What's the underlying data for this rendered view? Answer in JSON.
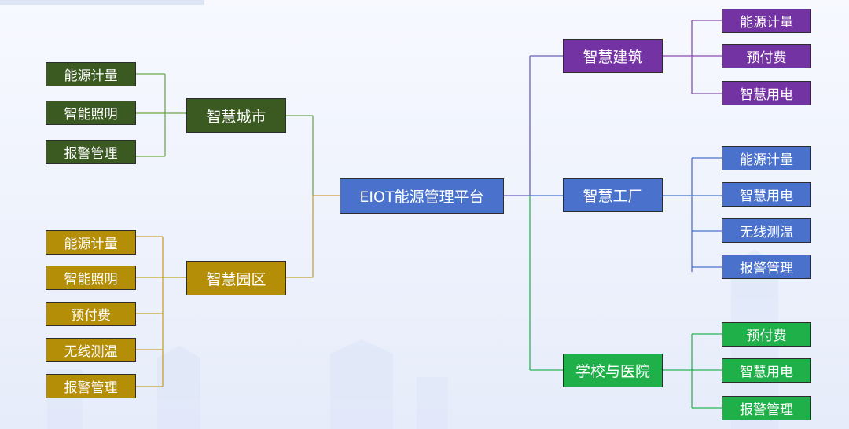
{
  "colors": {
    "city": "#3b5a22",
    "park": "#b58e08",
    "building": "#7433a2",
    "factory": "#4a72cc",
    "school": "#1fb04a",
    "center": "#4a72cc"
  },
  "center": {
    "label": "EIOT能源管理平台"
  },
  "left": {
    "city": {
      "label": "智慧城市",
      "items": [
        "能源计量",
        "智能照明",
        "报警管理"
      ]
    },
    "park": {
      "label": "智慧园区",
      "items": [
        "能源计量",
        "智能照明",
        "预付费",
        "无线测温",
        "报警管理"
      ]
    }
  },
  "right": {
    "building": {
      "label": "智慧建筑",
      "items": [
        "能源计量",
        "预付费",
        "智慧用电"
      ]
    },
    "factory": {
      "label": "智慧工厂",
      "items": [
        "能源计量",
        "智慧用电",
        "无线测温",
        "报警管理"
      ]
    },
    "school": {
      "label": "学校与医院",
      "items": [
        "预付费",
        "智慧用电",
        "报警管理"
      ]
    }
  }
}
